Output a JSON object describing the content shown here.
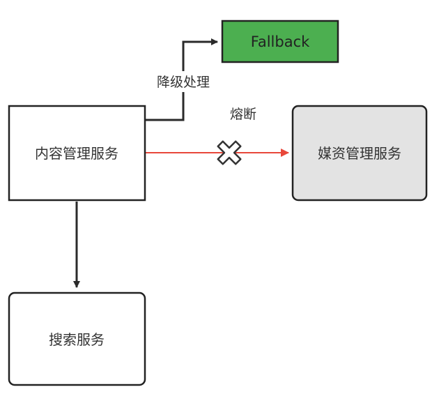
{
  "nodes": {
    "content_service": {
      "label": "内容管理服务"
    },
    "media_service": {
      "label": "媒资管理服务"
    },
    "search_service": {
      "label": "搜索服务"
    },
    "fallback": {
      "label": "Fallback"
    }
  },
  "edges": {
    "degrade": {
      "label": "降级处理"
    },
    "circuit_break": {
      "label": "熔断"
    }
  },
  "colors": {
    "node_border": "#222222",
    "fallback_fill": "#4caf50",
    "media_fill": "#e3e3e3",
    "broken_edge": "#e8473a",
    "edge": "#2a2a2a",
    "cross_icon": "#333333"
  }
}
